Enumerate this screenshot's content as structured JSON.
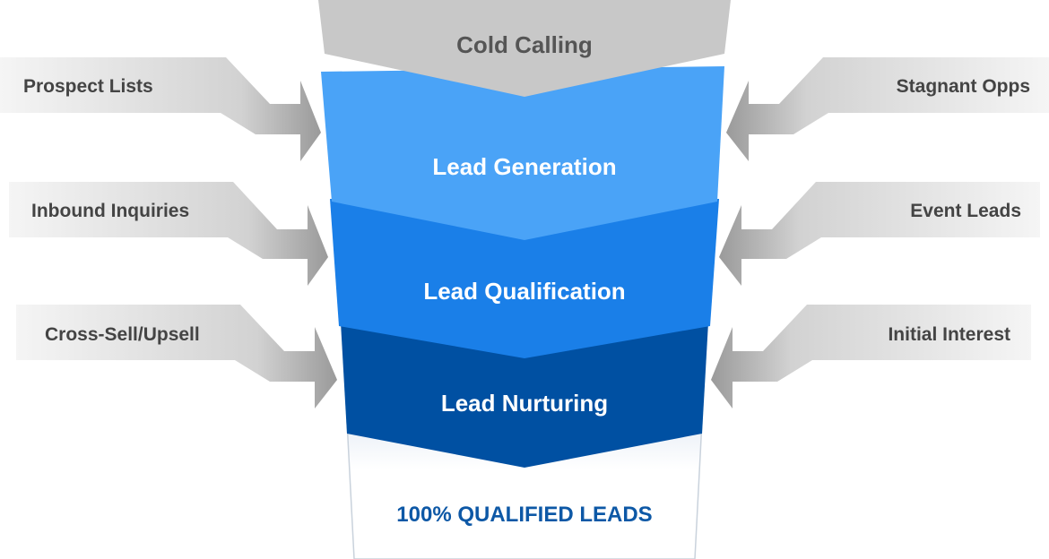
{
  "colors": {
    "cold_calling": "#c8c8c8",
    "lead_generation": "#4aa3f7",
    "lead_qualification": "#1a7fe8",
    "lead_nurturing": "#0050a2",
    "result_text": "#0d58a6",
    "source_text": "#444444",
    "arrow": "#565656"
  },
  "funnel": {
    "stages": [
      {
        "label": "Cold Calling"
      },
      {
        "label": "Lead Generation"
      },
      {
        "label": "Lead Qualification"
      },
      {
        "label": "Lead Nurturing"
      }
    ],
    "result": {
      "label": "100% QUALIFIED LEADS"
    }
  },
  "sources": {
    "left": [
      {
        "label": "Prospect Lists"
      },
      {
        "label": "Inbound Inquiries"
      },
      {
        "label": "Cross-Sell/Upsell"
      }
    ],
    "right": [
      {
        "label": "Stagnant Opps"
      },
      {
        "label": "Event Leads"
      },
      {
        "label": "Initial Interest"
      }
    ]
  }
}
